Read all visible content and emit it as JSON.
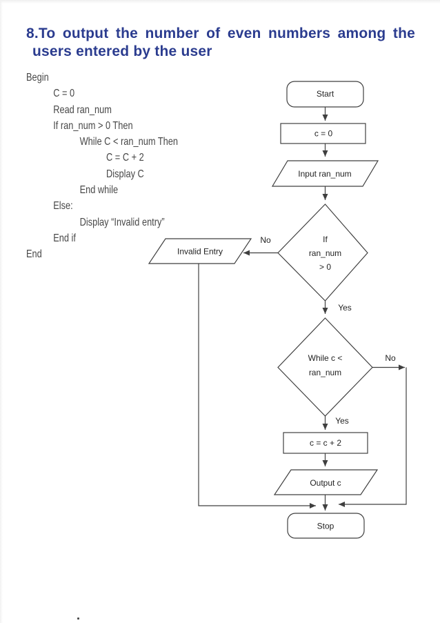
{
  "title": {
    "line1": "8.To output the number of even numbers among the",
    "line2": "users entered by the user",
    "color": "#2b3c8f"
  },
  "pseudocode": {
    "lines": [
      {
        "indent": 0,
        "text": "Begin"
      },
      {
        "indent": 1,
        "text": "C = 0"
      },
      {
        "indent": 1,
        "text": "Read ran_num"
      },
      {
        "indent": 1,
        "text": "If ran_num > 0 Then"
      },
      {
        "indent": 2,
        "text": "While C < ran_num Then"
      },
      {
        "indent": 3,
        "text": "C = C + 2"
      },
      {
        "indent": 3,
        "text": "Display C"
      },
      {
        "indent": 2,
        "text": "End while"
      },
      {
        "indent": 1,
        "text": "Else:"
      },
      {
        "indent": 2,
        "text": "Display “Invalid entry”"
      },
      {
        "indent": 1,
        "text": "End if"
      },
      {
        "indent": 0,
        "text": "End"
      }
    ]
  },
  "flowchart": {
    "line_color": "#3f3f3f",
    "nodes": {
      "start": {
        "type": "terminator",
        "label": "Start"
      },
      "init": {
        "type": "process",
        "label": "c = 0"
      },
      "input": {
        "type": "io",
        "label": "Input ran_num"
      },
      "decision_if": {
        "type": "decision",
        "lines": [
          "If",
          "ran_num",
          "> 0"
        ]
      },
      "invalid": {
        "type": "io",
        "label": "Invalid Entry"
      },
      "decision_while": {
        "type": "decision",
        "lines": [
          "While c <",
          "ran_num"
        ]
      },
      "increment": {
        "type": "process",
        "label": "c = c + 2"
      },
      "output": {
        "type": "io",
        "label": "Output c"
      },
      "stop": {
        "type": "terminator",
        "label": "Stop"
      }
    },
    "labels": {
      "if_no": "No",
      "if_yes": "Yes",
      "while_no": "No",
      "while_yes": "Yes"
    }
  },
  "footer": {
    "dot": "."
  }
}
